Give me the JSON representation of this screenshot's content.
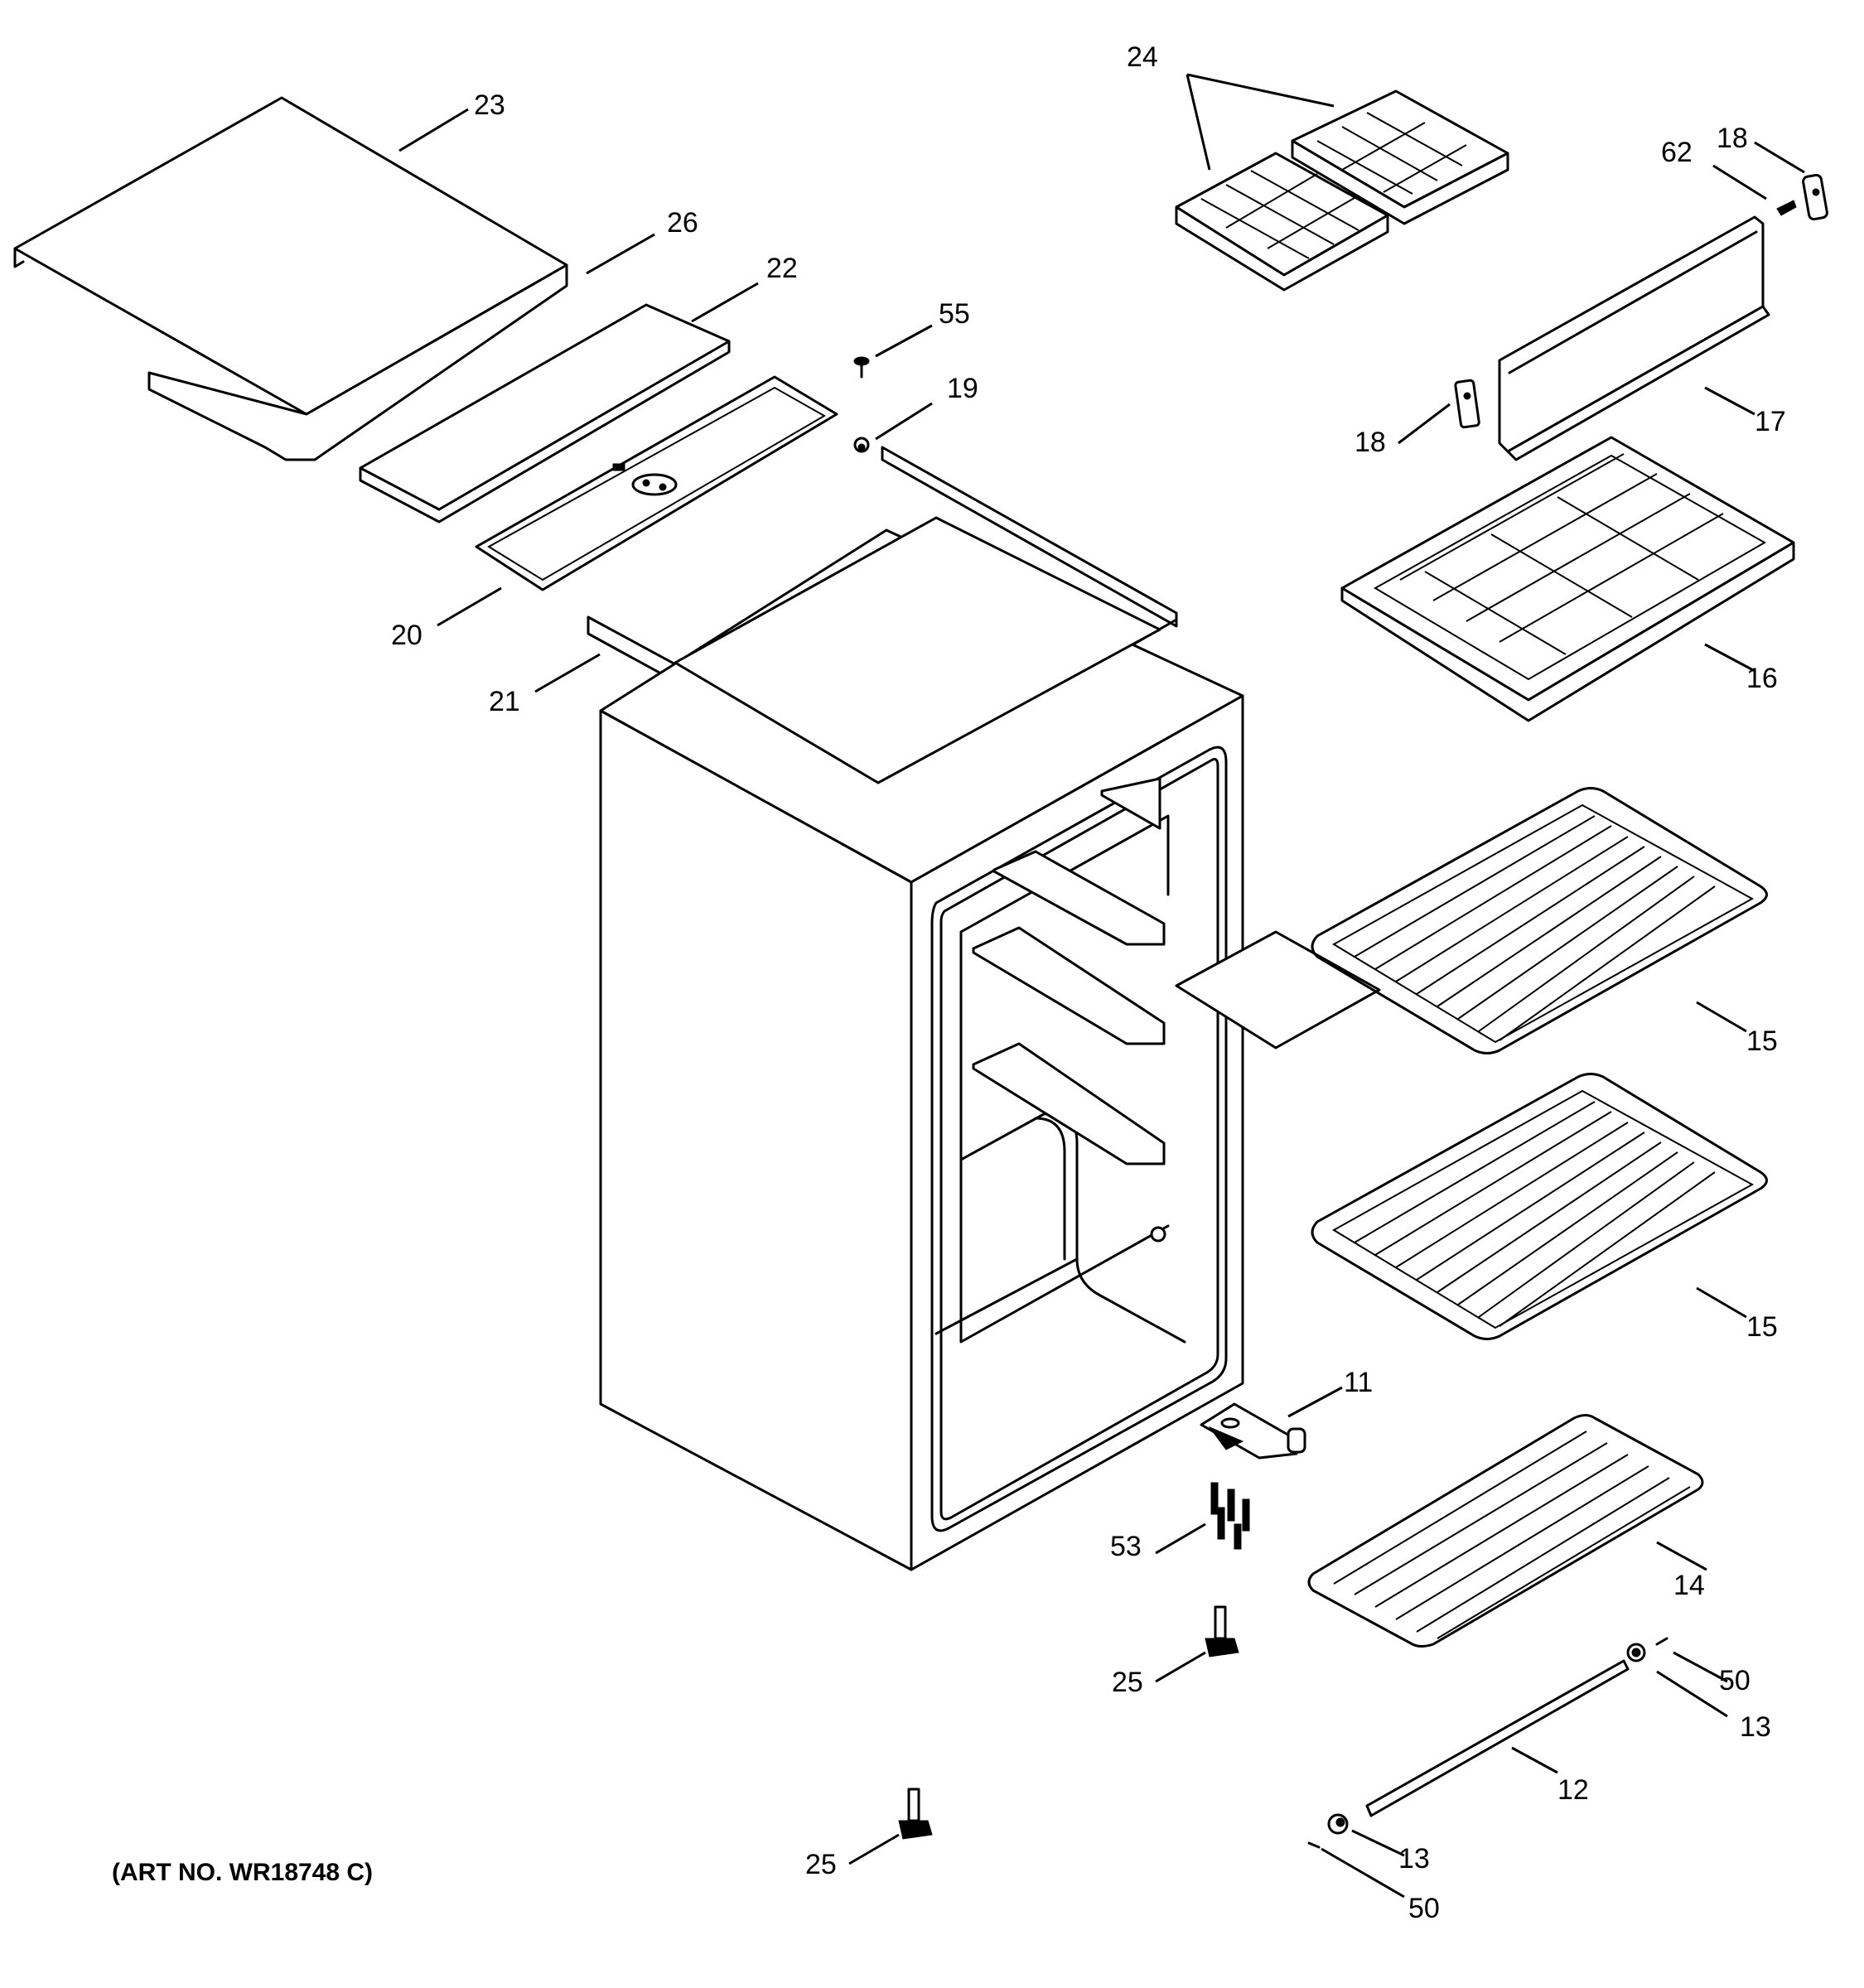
{
  "callouts": {
    "c23": "23",
    "c26": "26",
    "c22": "22",
    "c55": "55",
    "c19": "19",
    "c20": "20",
    "c21": "21",
    "c24": "24",
    "c62": "62",
    "c18a": "18",
    "c18b": "18",
    "c17": "17",
    "c16": "16",
    "c15a": "15",
    "c15b": "15",
    "c11": "11",
    "c53": "53",
    "c14": "14",
    "c25a": "25",
    "c25b": "25",
    "c50a": "50",
    "c13a": "13",
    "c12": "12",
    "c13b": "13",
    "c50b": "50"
  },
  "art_number": "(ART NO. WR18748 C)"
}
